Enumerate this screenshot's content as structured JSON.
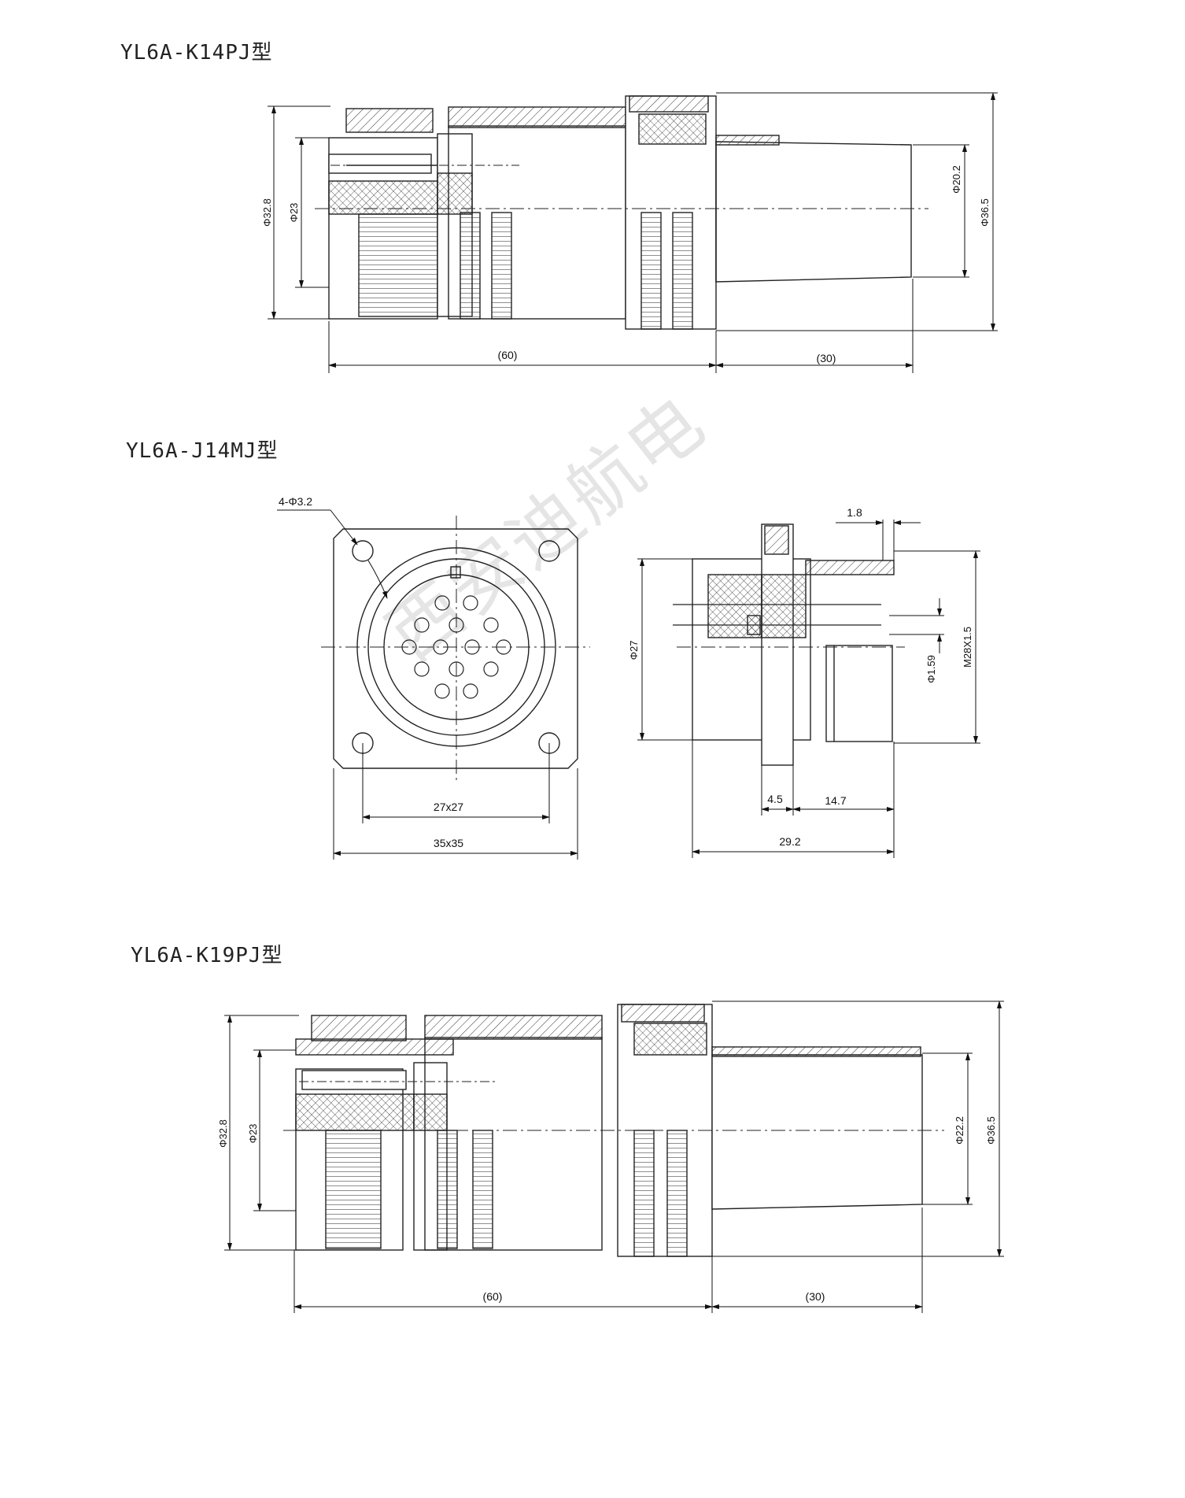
{
  "titles": {
    "k14pj": "YL6A-K14PJ型",
    "j14mj": "YL6A-J14MJ型",
    "k19pj": "YL6A-K19PJ型"
  },
  "k14pj": {
    "dia_outer": "Φ32.8",
    "dia_inner": "Φ23",
    "dia_boot": "Φ20.2",
    "dia_max": "Φ36.5",
    "len_body": "(60)",
    "len_tail": "(30)"
  },
  "j14mj": {
    "holes": "4-Φ3.2",
    "square_inner": "27x27",
    "square_outer": "35x35",
    "dia_body": "Φ27",
    "dia_pin": "Φ1.59",
    "thread": "M28X1.5",
    "gap": "1.8",
    "flange": "4.5",
    "front": "14.7",
    "total": "29.2"
  },
  "k19pj": {
    "dia_outer": "Φ32.8",
    "dia_inner": "Φ23",
    "dia_boot": "Φ22.2",
    "dia_max": "Φ36.5",
    "len_body": "(60)",
    "len_tail": "(30)"
  },
  "watermark": "西安迪航电"
}
